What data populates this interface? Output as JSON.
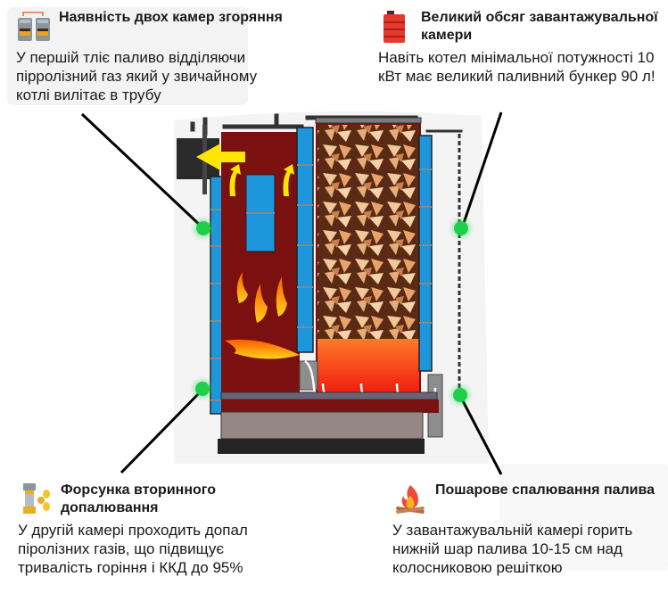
{
  "features": [
    {
      "id": "two-chambers",
      "icon": "twin-chamber-boiler-icon",
      "title": "Наявність двох камер згоряння",
      "description": "У першій тліє паливо відділяючи пірролізний газ який у звичайному котлі вилітає в трубу"
    },
    {
      "id": "large-chamber",
      "icon": "fuel-barrel-icon",
      "title": "Великий обсяг завантажувальної камери",
      "description": "Навіть котел мінімальної потужності 10 кВт має великий паливний бункер 90 л!"
    },
    {
      "id": "secondary-nozzle",
      "icon": "valve-nozzle-icon",
      "title": "Форсунка вторинного допалювання",
      "description": "У другій камері проходить допал піролізних газів, що підвищує тривалість горіння і ККД до 95%"
    },
    {
      "id": "layer-burning",
      "icon": "campfire-icon",
      "title": "Пошарове спалювання палива",
      "description": "У завантажувальній камері горить нижній шар палива 10-15 см над колосниковою решіткою"
    }
  ],
  "diagram": {
    "subject": "pyrolysis-boiler-cross-section",
    "callout_color": "#1fcf4a",
    "colors": {
      "body": "#7a1010",
      "water_jacket": "#1e96dc",
      "flue": "#2a2a2a",
      "arrow": "#ffe600",
      "ash_tray": "#958884",
      "base": "#242424"
    }
  }
}
